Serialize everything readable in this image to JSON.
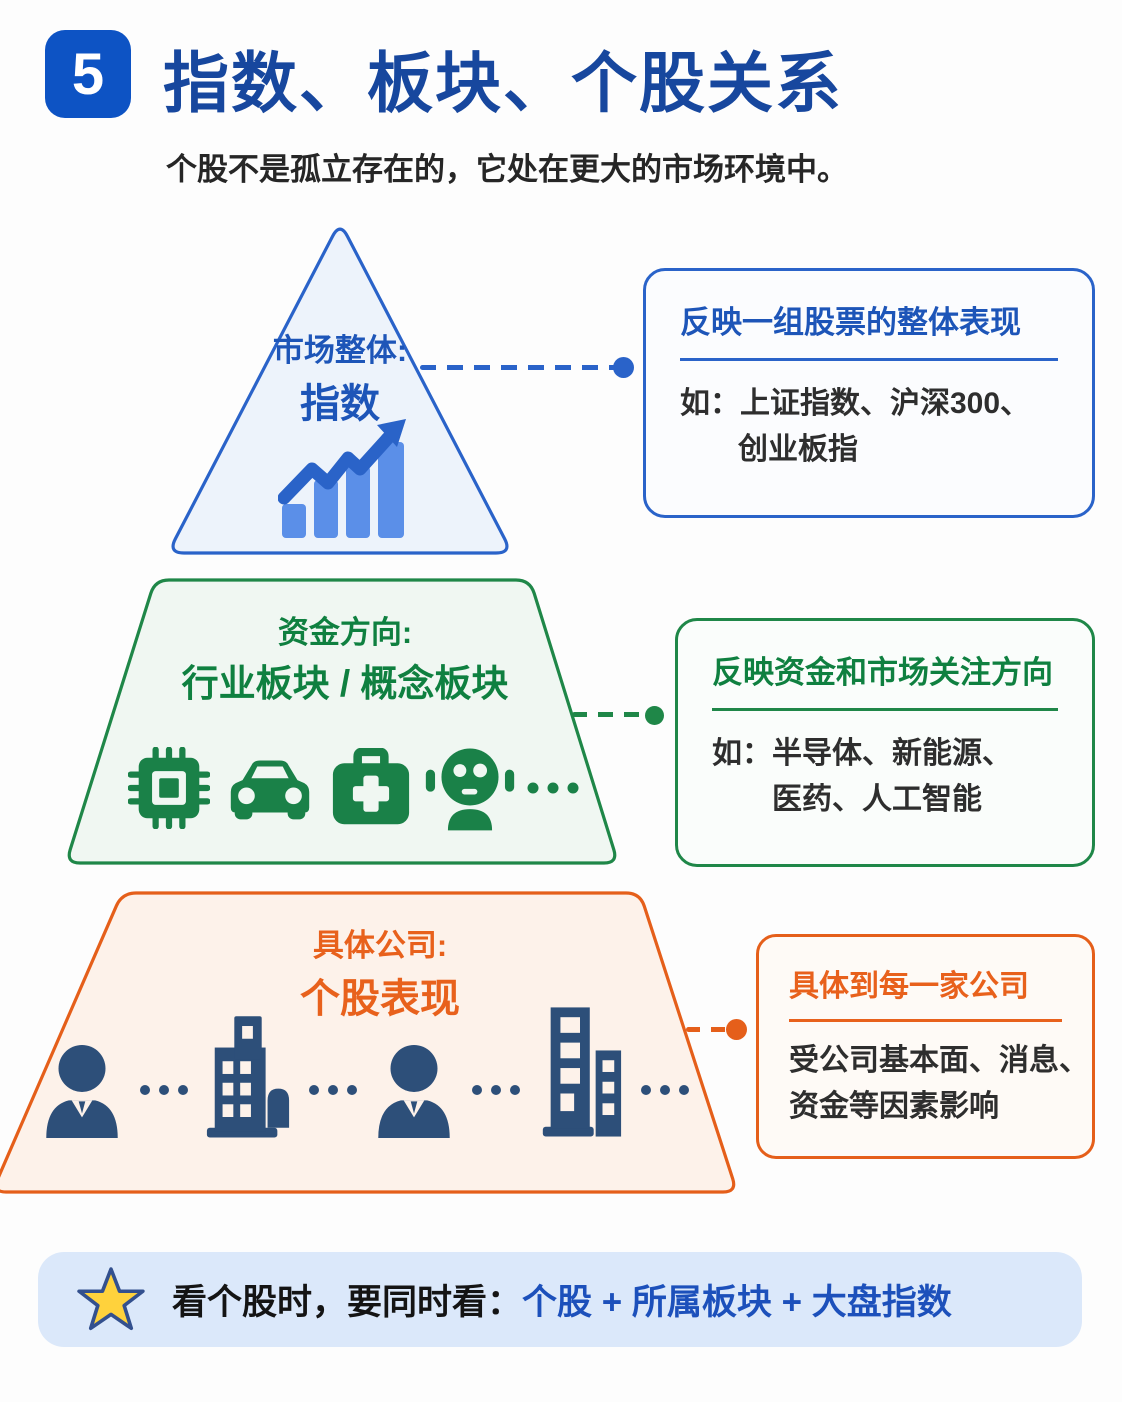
{
  "header": {
    "badge": "5",
    "title": "指数、板块、个股关系",
    "subtitle": "个股不是孤立存在的，它处在更大的市场环境中。"
  },
  "pyramid": {
    "level1": {
      "label_prefix": "市场整体:",
      "label_main": "指数"
    },
    "level2": {
      "label_prefix": "资金方向:",
      "label_main": "行业板块 / 概念板块",
      "icons": [
        "chip-icon",
        "car-icon",
        "medkit-icon",
        "robot-icon",
        "ellipsis-icon"
      ]
    },
    "level3": {
      "label_prefix": "具体公司:",
      "label_main": "个股表现",
      "icons": [
        "person-icon",
        "ellipsis-icon",
        "building-icon",
        "ellipsis-icon",
        "person-icon",
        "ellipsis-icon",
        "building-icon",
        "ellipsis-icon"
      ]
    }
  },
  "callouts": {
    "index": {
      "title": "反映一组股票的整体表现",
      "line1": "如：上证指数、沪深300、",
      "line2": "创业板指"
    },
    "sector": {
      "title": "反映资金和市场关注方向",
      "line1": "如：半导体、新能源、",
      "line2": "医药、人工智能"
    },
    "stock": {
      "title": "具体到每一家公司",
      "line1": "受公司基本面、消息、",
      "line2": "资金等因素影响"
    }
  },
  "footer": {
    "prefix": "看个股时，要同时看：",
    "highlight": "个股 + 所属板块 + 大盘指数"
  },
  "colors": {
    "blue_border": "#2a63c9",
    "blue_text": "#1d55b8",
    "blue_fill": "#edf3fb",
    "bar_blue": "#5b8fe8",
    "green_border": "#1f8748",
    "green_text": "#0f8040",
    "green_fill": "#f0f7f2",
    "orange_border": "#e55f1a",
    "orange_text": "#e8611c",
    "orange_fill": "#fdf2ea",
    "navy_icon": "#2d4f79",
    "banner_bg": "#dbe8fa",
    "star_fill": "#ffd23c",
    "title_blue": "#17479e"
  }
}
